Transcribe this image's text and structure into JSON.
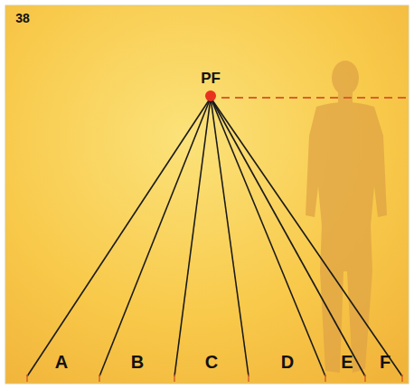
{
  "diagram": {
    "labels": [
      "38",
      "PF",
      "A",
      "B",
      "C",
      "D",
      "E",
      "F"
    ]
  }
}
